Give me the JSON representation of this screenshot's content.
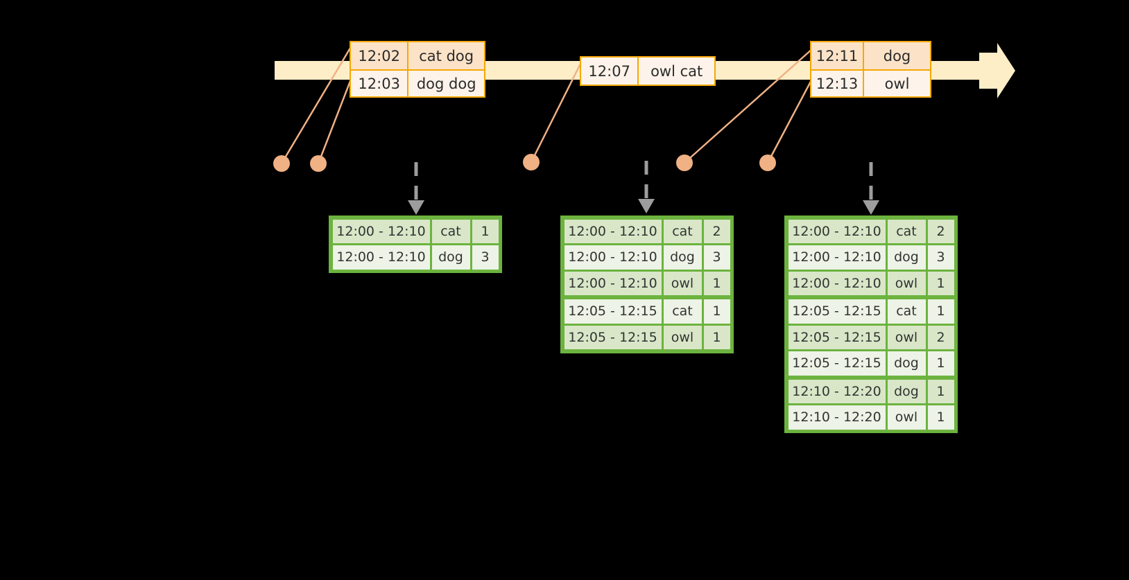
{
  "diagram": {
    "title": "sliding window aggregation over a stream timeline",
    "colors": {
      "background": "#000000",
      "timeline_fill": "#fdeec7",
      "event_border": "#f5a800",
      "event_fill_dark": "#fce3c8",
      "event_fill_light": "#fdf3ea",
      "connector": "#f0b184",
      "table_border": "#6cb33f",
      "table_row_dark": "#d9e7c8",
      "table_row_light": "#edf3e6",
      "dashed_arrow": "#9d9d9d"
    }
  },
  "timeline": {
    "arrow_icon": "right-arrow-icon",
    "events": [
      {
        "id": "group-1",
        "rows": [
          {
            "time": "12:02",
            "words": "cat dog"
          },
          {
            "time": "12:03",
            "words": "dog dog"
          }
        ]
      },
      {
        "id": "group-2",
        "rows": [
          {
            "time": "12:07",
            "words": "owl cat"
          }
        ]
      },
      {
        "id": "group-3",
        "rows": [
          {
            "time": "12:11",
            "words": "dog"
          },
          {
            "time": "12:13",
            "words": "owl"
          }
        ]
      }
    ]
  },
  "results": [
    {
      "id": "result-table-1",
      "arrow_icon": "dashed-down-arrow-icon",
      "rows": [
        {
          "window": "12:00 - 12:10",
          "word": "cat",
          "count": "1"
        },
        {
          "window": "12:00 - 12:10",
          "word": "dog",
          "count": "3"
        }
      ],
      "group_breaks": []
    },
    {
      "id": "result-table-2",
      "arrow_icon": "dashed-down-arrow-icon",
      "rows": [
        {
          "window": "12:00 - 12:10",
          "word": "cat",
          "count": "2"
        },
        {
          "window": "12:00 - 12:10",
          "word": "dog",
          "count": "3"
        },
        {
          "window": "12:00 - 12:10",
          "word": "owl",
          "count": "1"
        },
        {
          "window": "12:05 - 12:15",
          "word": "cat",
          "count": "1"
        },
        {
          "window": "12:05 - 12:15",
          "word": "owl",
          "count": "1"
        }
      ],
      "group_breaks": [
        3
      ]
    },
    {
      "id": "result-table-3",
      "arrow_icon": "dashed-down-arrow-icon",
      "rows": [
        {
          "window": "12:00 - 12:10",
          "word": "cat",
          "count": "2"
        },
        {
          "window": "12:00 - 12:10",
          "word": "dog",
          "count": "3"
        },
        {
          "window": "12:00 - 12:10",
          "word": "owl",
          "count": "1"
        },
        {
          "window": "12:05 - 12:15",
          "word": "cat",
          "count": "1"
        },
        {
          "window": "12:05 - 12:15",
          "word": "owl",
          "count": "2"
        },
        {
          "window": "12:05 - 12:15",
          "word": "dog",
          "count": "1"
        },
        {
          "window": "12:10 - 12:20",
          "word": "dog",
          "count": "1"
        },
        {
          "window": "12:10 - 12:20",
          "word": "owl",
          "count": "1"
        }
      ],
      "group_breaks": [
        3,
        6
      ]
    }
  ]
}
